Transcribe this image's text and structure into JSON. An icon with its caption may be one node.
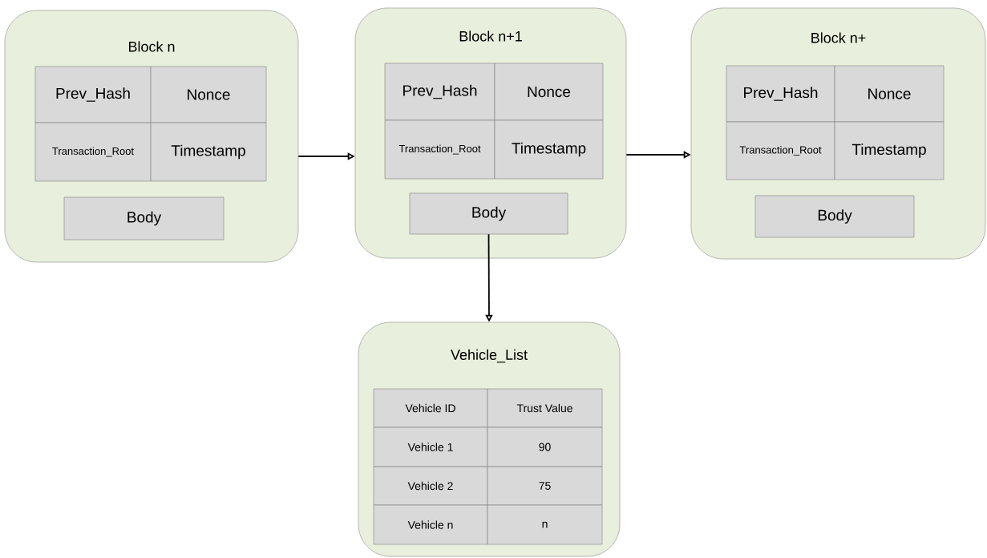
{
  "diagram": {
    "nodes": [
      {
        "text": [
          "Block n"
        ]
      },
      {
        "text": [
          "Prev_Hash"
        ],
        "in": 0
      },
      {
        "text": [
          "Nonce"
        ],
        "in": 0
      },
      {
        "text": [
          "Transaction_Root"
        ],
        "in": 0
      },
      {
        "text": [
          "Timestamp"
        ],
        "in": 0
      },
      {
        "text": [
          "Body"
        ],
        "in": 0
      },
      {
        "text": [
          "Block n+1"
        ]
      },
      {
        "text": [
          "Prev_Hash"
        ],
        "in": 6
      },
      {
        "text": [
          "Nonce"
        ],
        "in": 6
      },
      {
        "text": [
          "Transaction_Root"
        ],
        "in": 6
      },
      {
        "text": [
          "Timestamp"
        ],
        "in": 6
      },
      {
        "text": [
          "Body"
        ],
        "in": 6
      },
      {
        "text": [
          "Block n+"
        ]
      },
      {
        "text": [
          "Prev_Hash"
        ],
        "in": 12
      },
      {
        "text": [
          "Nonce"
        ],
        "in": 12
      },
      {
        "text": [
          "Transaction_Root"
        ],
        "in": 12
      },
      {
        "text": [
          "Timestamp"
        ],
        "in": 12
      },
      {
        "text": [
          "Body"
        ],
        "in": 12
      },
      {
        "text": [
          "Vehicle_List"
        ]
      },
      {
        "text": [
          "Vehicle ID"
        ],
        "in": 18
      },
      {
        "text": [
          "Trust Value"
        ],
        "in": 18
      },
      {
        "text": [
          "Vehicle 1"
        ],
        "in": 18
      },
      {
        "text": [
          "90"
        ],
        "in": 18
      },
      {
        "text": [
          "Vehicle 2"
        ],
        "in": 18
      },
      {
        "text": [
          "75"
        ],
        "in": 18
      },
      {
        "text": [
          "Vehicle n"
        ],
        "in": 18
      },
      {
        "text": [
          "n"
        ],
        "in": 18
      }
    ],
    "edges": [
      {
        "from": 0,
        "to": 6,
        "arrow": "to"
      },
      {
        "from": 6,
        "to": 12,
        "arrow": "to"
      },
      {
        "from": 11,
        "to": 18,
        "arrow": "to"
      }
    ]
  }
}
